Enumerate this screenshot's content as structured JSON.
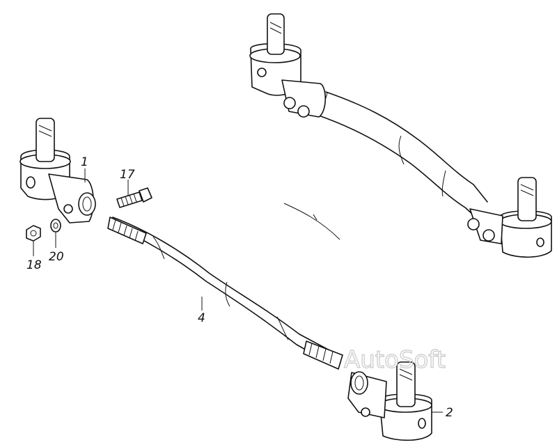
{
  "diagram": {
    "watermark": "AutoSoft",
    "callouts": {
      "part_1": "1",
      "part_2": "2",
      "part_4": "4",
      "part_17": "17",
      "part_18": "18",
      "part_20": "20"
    }
  }
}
